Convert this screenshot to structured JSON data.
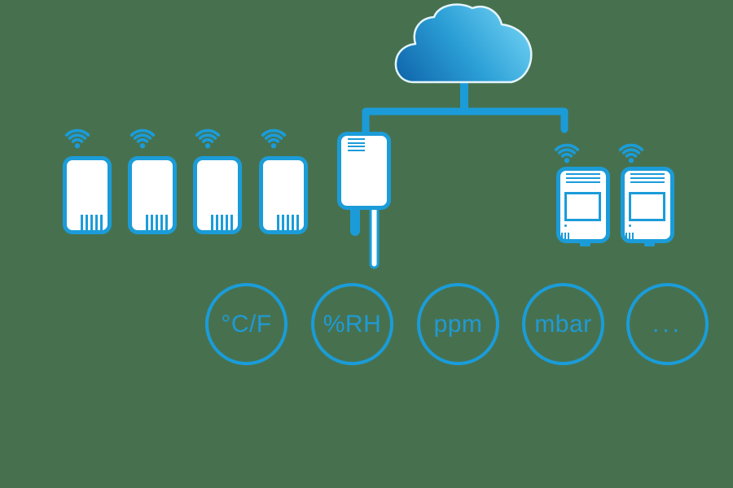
{
  "canvas": {
    "background_color": "#47714e",
    "accent_color": "#1b9cd9"
  },
  "cloud": {
    "icon": "cloud-icon",
    "gradient": [
      "#70d1f3",
      "#2b9fd6",
      "#1066ab"
    ],
    "outline_color": "#e3f5fd"
  },
  "nodes": {
    "wireless_sensors": {
      "count": 4,
      "icon": "wifi-icon"
    },
    "gateway": {
      "icon": "gateway-device-icon"
    },
    "data_loggers": {
      "count": 2,
      "icon": "wifi-icon"
    }
  },
  "measurement_units": [
    {
      "label": "°C/F"
    },
    {
      "label": "%RH"
    },
    {
      "label": "ppm"
    },
    {
      "label": "mbar"
    },
    {
      "label": "..."
    }
  ]
}
